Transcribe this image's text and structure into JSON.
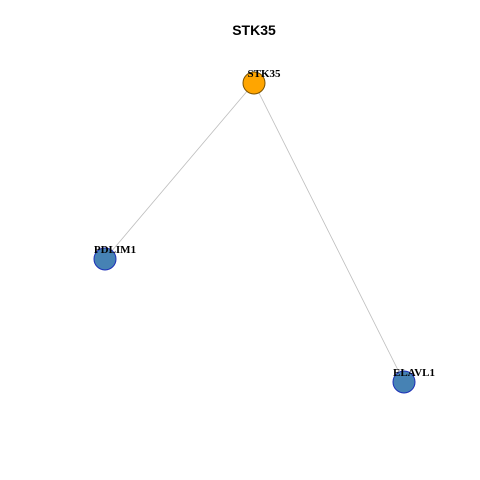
{
  "title": "STK35",
  "colors": {
    "edge": "#bdbdbd",
    "center_node_fill": "#ffa500",
    "center_node_stroke": "#7a5200",
    "neighbor_node_fill": "#4682b4",
    "neighbor_node_stroke": "#1c2fb8"
  },
  "nodes": [
    {
      "id": "STK35",
      "label": "STK35",
      "role": "center"
    },
    {
      "id": "PDLIM1",
      "label": "PDLIM1",
      "role": "neighbor"
    },
    {
      "id": "ELAVL1",
      "label": "ELAVL1",
      "role": "neighbor"
    }
  ],
  "edges": [
    {
      "source": "STK35",
      "target": "PDLIM1"
    },
    {
      "source": "STK35",
      "target": "ELAVL1"
    }
  ]
}
